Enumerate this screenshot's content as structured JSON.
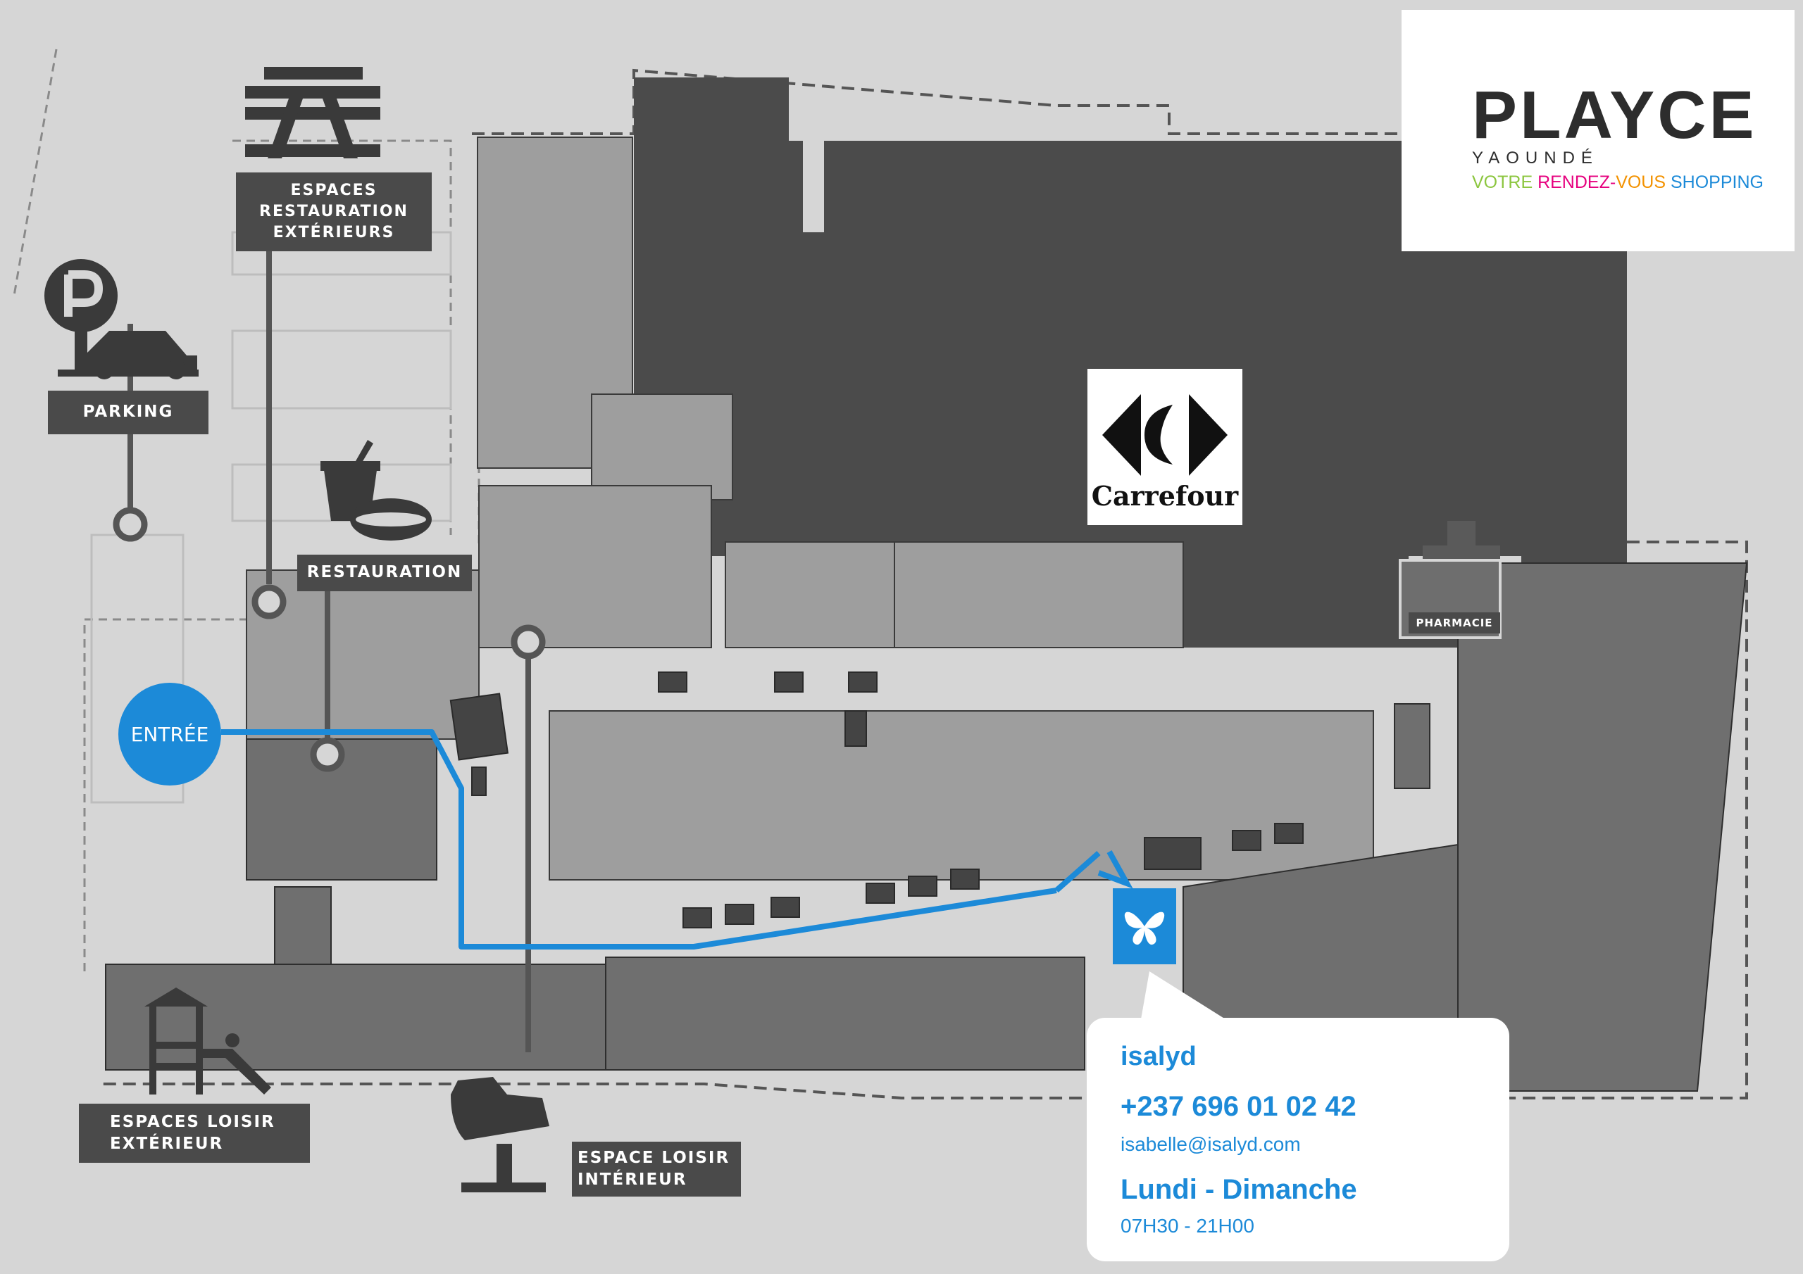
{
  "brand": {
    "name": "PLAYCE",
    "subtitle": "YAOUNDÉ",
    "tagline": [
      {
        "text": "VOTRE ",
        "color": "#8cc63f"
      },
      {
        "text": "RENDEZ-",
        "color": "#e6007e"
      },
      {
        "text": "VOUS ",
        "color": "#f39200"
      },
      {
        "text": "SHOPPING",
        "color": "#1c8ad8"
      }
    ]
  },
  "labels": {
    "outdoor_dining": [
      "ESPACES",
      "RESTAURATION",
      "EXTÉRIEURS"
    ],
    "parking": "PARKING",
    "restauration": "RESTAURATION",
    "pharmacie": "PHARMACIE",
    "outdoor_leisure": [
      "ESPACES LOISIR",
      "EXTÉRIEUR"
    ],
    "indoor_leisure": [
      "ESPACE LOISIR",
      "INTÉRIEUR"
    ],
    "entrance": "ENTRÉE",
    "anchor_store": "Carrefour"
  },
  "shop": {
    "name": "isalyd",
    "phone": "+237 696 01 02 42",
    "email": "isabelle@isalyd.com",
    "days": "Lundi - Dimanche",
    "hours": "07H30 - 21H00"
  },
  "icons": [
    "picnic-table-icon",
    "parking-icon",
    "car-icon",
    "drink-cup-icon",
    "hotdog-icon",
    "pharmacy-cross-icon",
    "playground-icon",
    "spring-rider-icon",
    "butterfly-icon",
    "carrefour-logo-icon"
  ],
  "colors": {
    "accent": "#1c8ad8",
    "ground": "#d3d3d3",
    "label_bg": "#4a4a4a",
    "building_dark": "#4a4a4a",
    "building_mid": "#6e6e6e",
    "building_light": "#a0a0a0"
  }
}
